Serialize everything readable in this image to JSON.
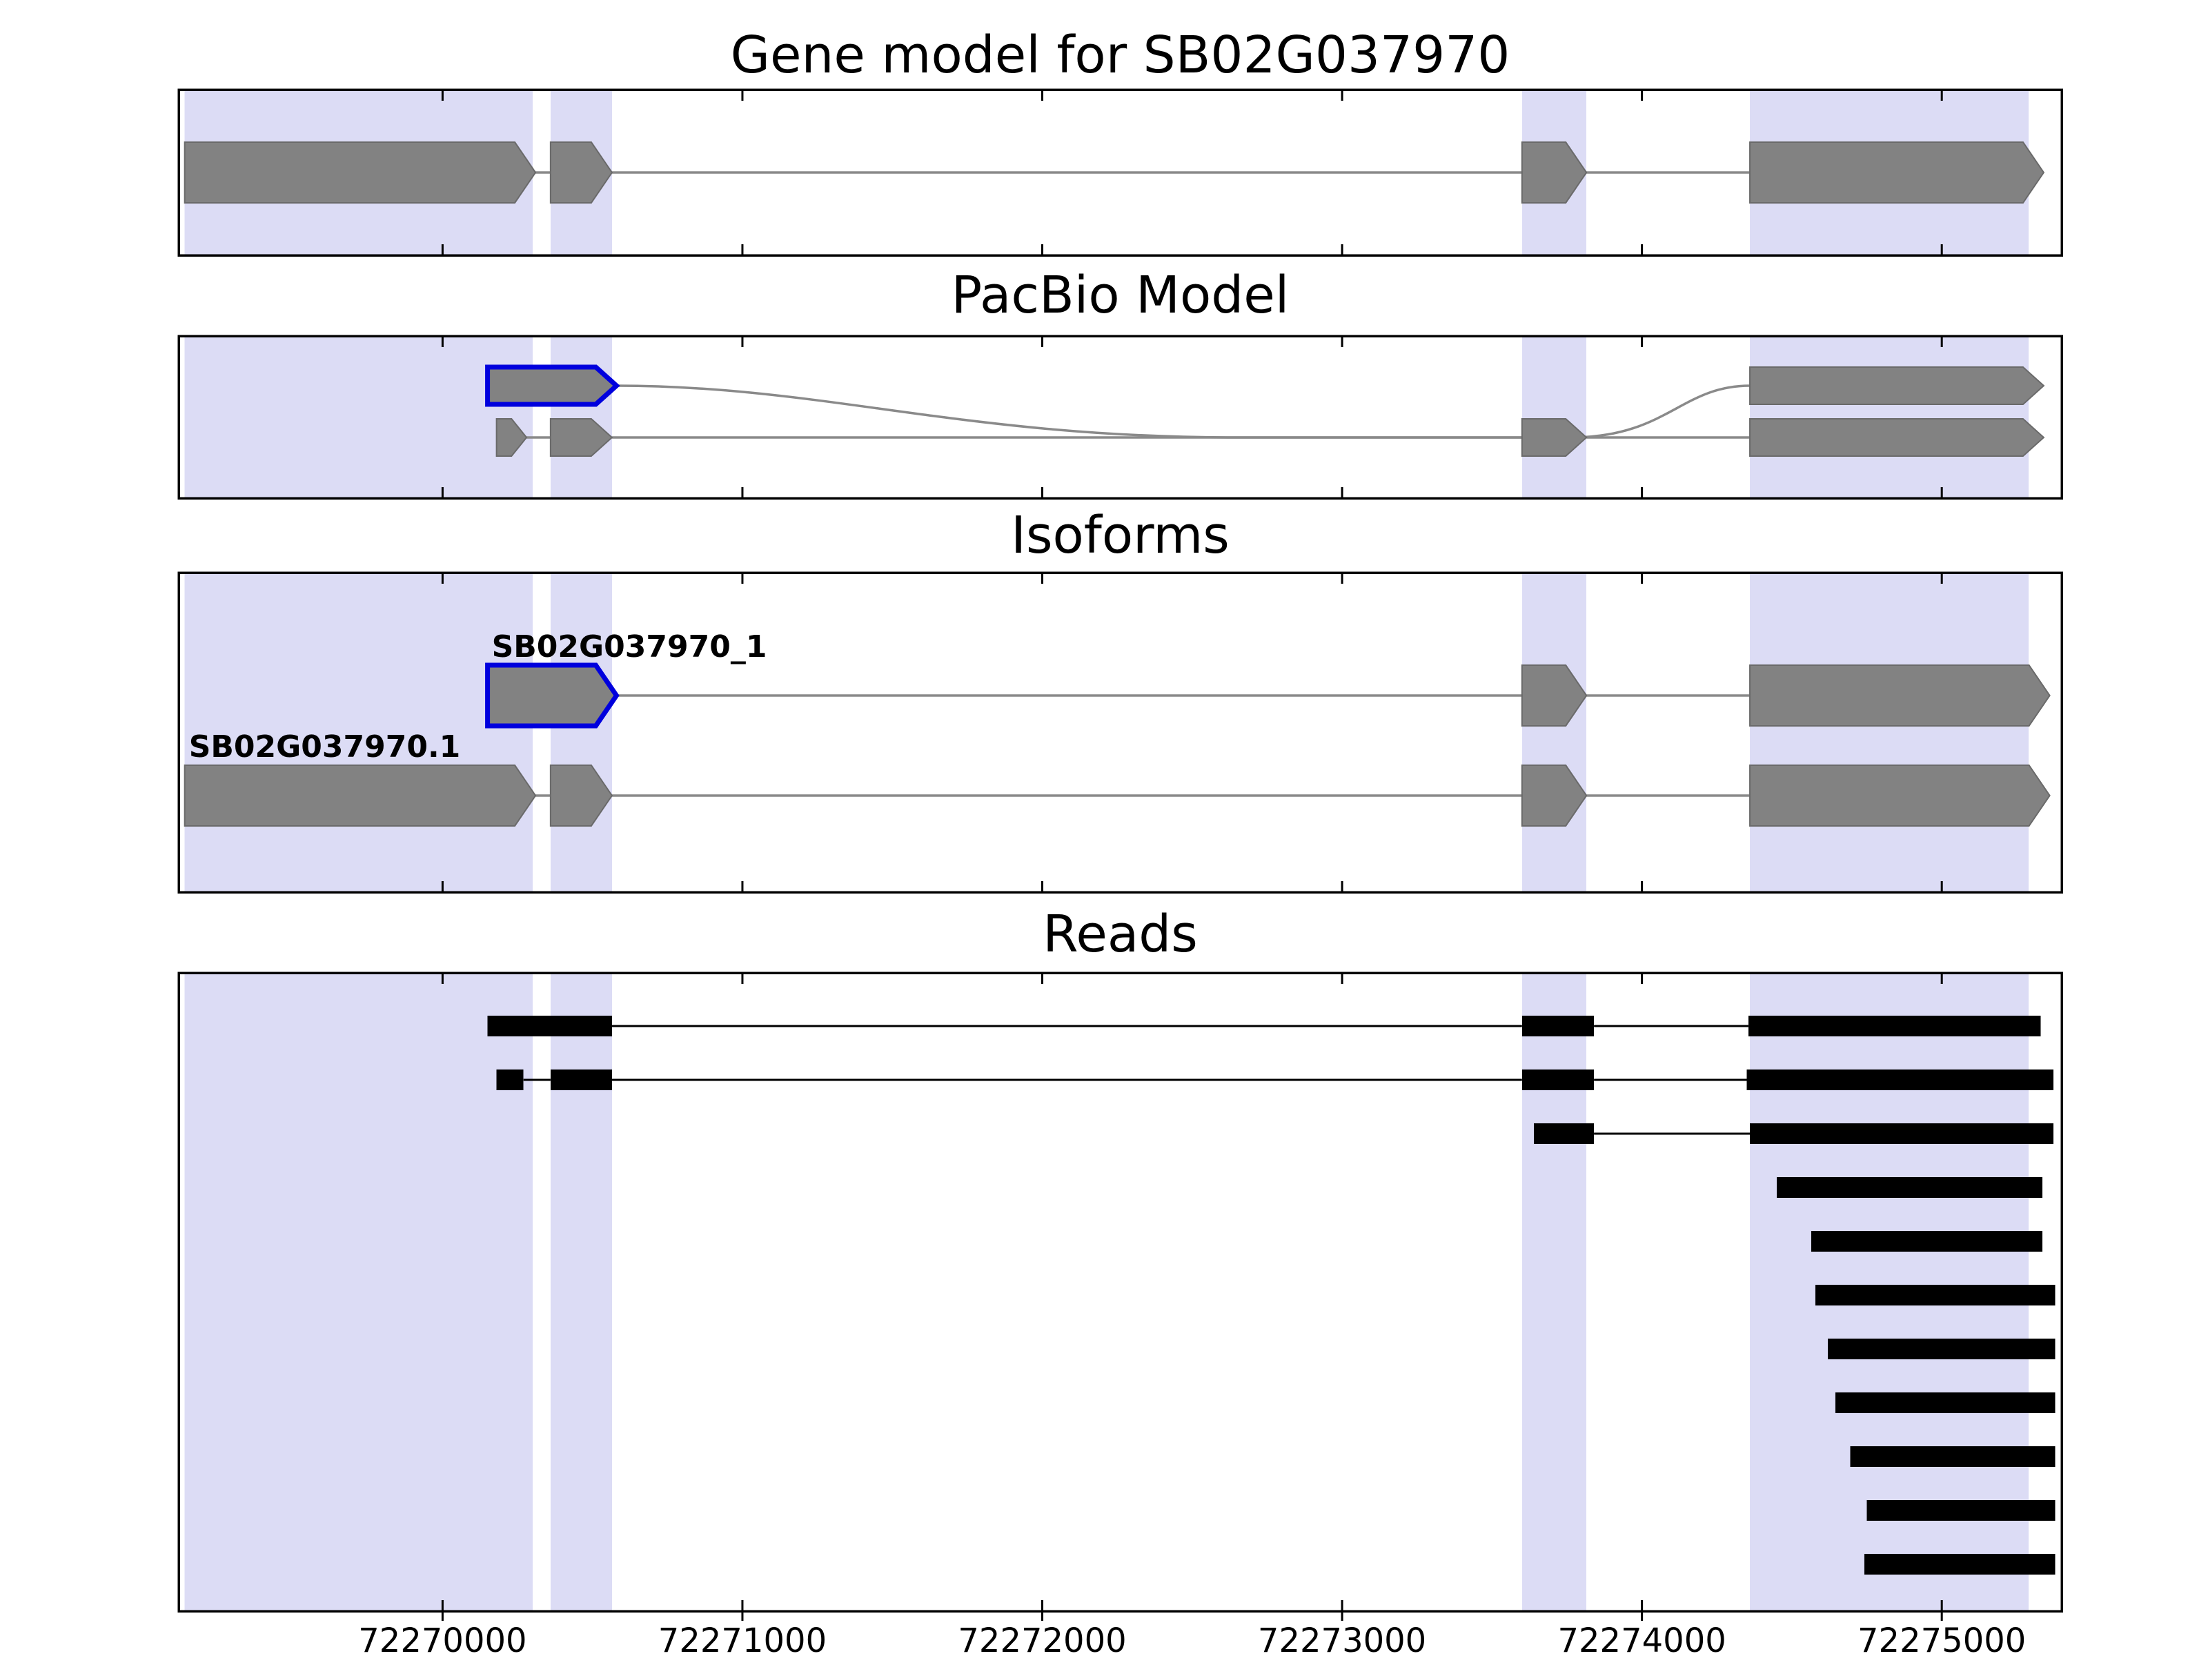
{
  "chart_data": {
    "type": "genome-browser-tracks",
    "figure_title": "Gene model for SB02G037970",
    "gene_id": "SB02G037970",
    "axis": {
      "unit": "genomic position (bp)",
      "domain": [
        72269120,
        72275400
      ],
      "ticks": [
        72270000,
        72271000,
        72272000,
        72273000,
        72274000,
        72275000
      ],
      "tick_labels": [
        "72270000",
        "72271000",
        "72272000",
        "72273000",
        "72274000",
        "72275000"
      ]
    },
    "colors": {
      "background": "#ffffff",
      "highlight_band": "#dcdcf5",
      "exon_fill": "#828282",
      "exon_edge": "#6a6a6a",
      "intron_line": "#8a8a8a",
      "selected_outline": "#0000dd",
      "read_fill": "#000000",
      "panel_border": "#000000",
      "text": "#000000"
    },
    "highlight_regions": [
      [
        72269140,
        72270300
      ],
      [
        72270360,
        72270565
      ],
      [
        72273600,
        72273815
      ],
      [
        72274360,
        72275290
      ]
    ],
    "panels": [
      {
        "id": "gene-model",
        "title": "Gene model for SB02G037970",
        "type": "model",
        "transcripts": [
          {
            "label": "",
            "row": 0,
            "strand": "+",
            "outline_first_exon": false,
            "connector": "straight",
            "exons": [
              [
                72269140,
                72270310
              ],
              [
                72270360,
                72270565
              ],
              [
                72273600,
                72273815
              ],
              [
                72274360,
                72275340
              ]
            ]
          }
        ]
      },
      {
        "id": "pacbio-model",
        "title": "PacBio Model",
        "type": "model",
        "transcripts": [
          {
            "label": "",
            "row": 0,
            "strand": "+",
            "outline_first_exon": true,
            "connector": "curved",
            "exons": [
              [
                72270150,
                72270580
              ],
              [
                72274360,
                72275340
              ]
            ]
          },
          {
            "label": "",
            "row": 1,
            "strand": "+",
            "outline_first_exon": false,
            "connector": "straight",
            "exons": [
              [
                72270180,
                72270280
              ],
              [
                72270360,
                72270565
              ],
              [
                72273600,
                72273815
              ],
              [
                72274360,
                72275340
              ]
            ]
          }
        ]
      },
      {
        "id": "isoforms",
        "title": "Isoforms",
        "type": "model",
        "transcripts": [
          {
            "label": "SB02G037970_1",
            "row": 0,
            "strand": "+",
            "outline_first_exon": true,
            "connector": "straight",
            "exons": [
              [
                72270150,
                72270580
              ],
              [
                72273600,
                72273815
              ],
              [
                72274360,
                72275360
              ]
            ]
          },
          {
            "label": "SB02G037970.1",
            "row": 1,
            "strand": "+",
            "outline_first_exon": false,
            "connector": "straight",
            "exons": [
              [
                72269140,
                72270310
              ],
              [
                72270360,
                72270565
              ],
              [
                72273600,
                72273815
              ],
              [
                72274360,
                72275360
              ]
            ]
          }
        ]
      },
      {
        "id": "reads",
        "title": "Reads",
        "type": "reads",
        "reads": [
          {
            "exons": [
              [
                72270150,
                72270565
              ],
              [
                72273600,
                72273840
              ],
              [
                72274355,
                72275330
              ]
            ]
          },
          {
            "exons": [
              [
                72270180,
                72270270
              ],
              [
                72270360,
                72270565
              ],
              [
                72273600,
                72273840
              ],
              [
                72274350,
                72275372
              ]
            ]
          },
          {
            "exons": [
              [
                72273640,
                72273840
              ],
              [
                72274360,
                72275372
              ]
            ]
          },
          {
            "exons": [
              [
                72274450,
                72275335
              ]
            ]
          },
          {
            "exons": [
              [
                72274565,
                72275335
              ]
            ]
          },
          {
            "exons": [
              [
                72274578,
                72275378
              ]
            ]
          },
          {
            "exons": [
              [
                72274620,
                72275378
              ]
            ]
          },
          {
            "exons": [
              [
                72274645,
                72275378
              ]
            ]
          },
          {
            "exons": [
              [
                72274695,
                72275378
              ]
            ]
          },
          {
            "exons": [
              [
                72274750,
                72275378
              ]
            ]
          },
          {
            "exons": [
              [
                72274742,
                72275378
              ]
            ]
          }
        ]
      }
    ]
  }
}
